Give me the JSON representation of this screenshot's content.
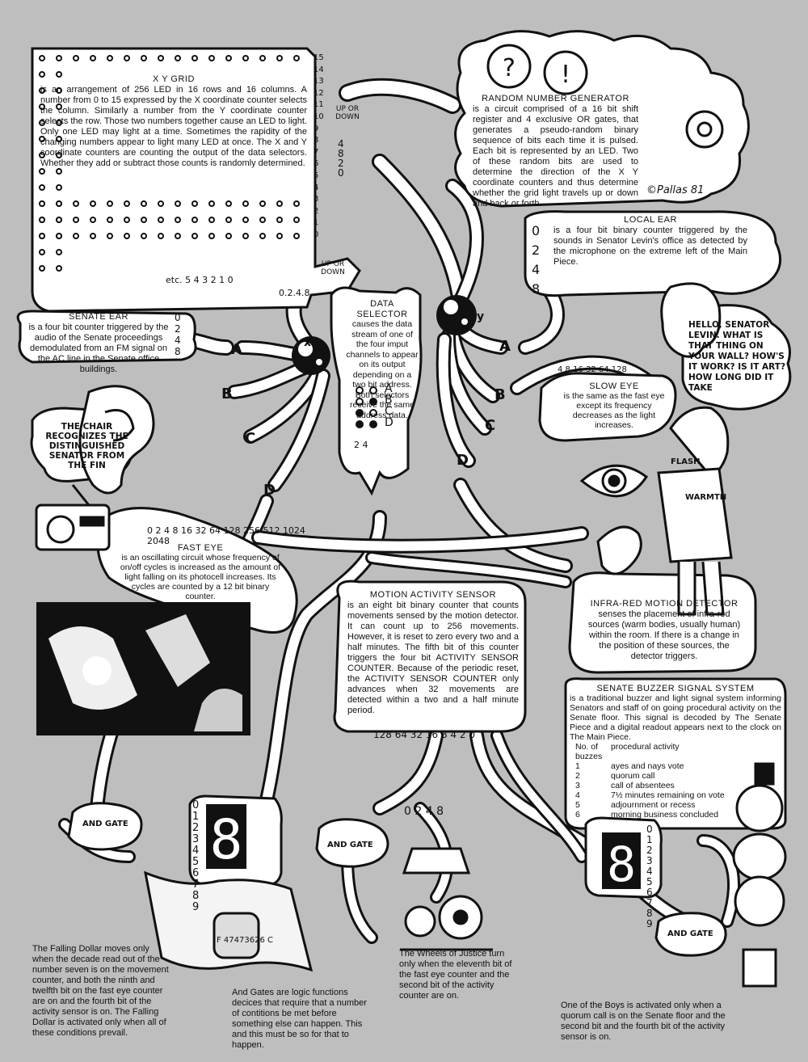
{
  "grid": {
    "title": "X Y GRID",
    "body": "is an arrangement of 256 LED in 16 rows and 16 columns. A number from 0 to 15 expressed by the X coordinate counter selects the column. Similarly a number from the Y coordinate counter selects the row. Those two numbers together cause an LED to light. Only one LED may light at a time. Sometimes the rapidity of the changing numbers appear to light many LED at once. The X and Y coordinate counters are counting the output of the data selectors. Whether they add or subtract those counts is randomly determined.",
    "row_numbers": [
      "15",
      "14",
      "13",
      "12",
      "11",
      "10",
      "9",
      "8",
      "7",
      "6",
      "5",
      "4",
      "3",
      "2",
      "1",
      "0"
    ],
    "col_numbers": "etc. 5 4 3 2 1 0",
    "up_down_top": "UP OR DOWN",
    "up_down_bottom": "UP OR DOWN",
    "bits_top": "4 8 2 0",
    "bits_bottom": "0.2.4.8."
  },
  "rng": {
    "title": "RANDOM NUMBER GENERATOR",
    "body": "is a circuit comprised of a 16 bit shift register and 4 exclusive OR gates, that generates a pseudo-random binary sequence of bits each time it is pulsed. Each bit is represented by an LED. Two of these random bits are used to determine the direction of the X Y coordinate counters and thus determine whether the grid light travels up or down and back or forth.",
    "signature": "©Pallas 81"
  },
  "local_ear": {
    "title": "LOCAL EAR",
    "body": "is a four bit binary counter triggered by the sounds in Senator Levin's office as detected by the microphone on the extreme left of the Main Piece.",
    "bits": [
      "0",
      "2",
      "4",
      "8"
    ]
  },
  "speech": "HELLO, SENATOR LEVIN. WHAT IS THAT THING ON YOUR WALL? HOW'S IT WORK? IS IT ART? HOW LONG DID IT TAKE",
  "senate_ear": {
    "title": "SENATE EAR",
    "body": "is a four bit counter triggered by the audio of the Senate proceedings demodulated from an FM signal on the AC line in the Senate office buildings.",
    "bits": [
      "0",
      "2",
      "4",
      "8"
    ]
  },
  "chair": "THE CHAIR RECOGNIZES THE DISTINGUISHED SENATOR FROM THE FIN",
  "data_selector": {
    "title": "DATA SELECTOR",
    "body": "causes the data stream of one of the four imput channels to appear on its output depending on a two bit address. Both selectors receive the same address data.",
    "letters": [
      "A",
      "B",
      "C",
      "D"
    ],
    "bits": "2 4",
    "x_label": "x",
    "y_label": "y"
  },
  "channel_letters": {
    "a": "A",
    "b": "B",
    "c": "C",
    "d": "D"
  },
  "slow_eye": {
    "title": "SLOW EYE",
    "body": "is the same as the fast eye except its frequency decreases as the light increases.",
    "bits": "4 8 16 32 64 128"
  },
  "flash_label": "FLASH",
  "warmth_label": "WARMTH",
  "fast_eye": {
    "title": "FAST EYE",
    "body": "is an oscillating circuit whose frequency of on/off cycles is increased as the amount of light falling on its photocell increases. Its cycles are counted by a 12 bit binary counter.",
    "bits": "0 2 4 8 16 32 64 128 256 512 1024 2048"
  },
  "motion": {
    "title": "MOTION ACTIVITY SENSOR",
    "body": "is an eight bit binary counter that counts movements sensed by the motion detector. It can count up to 256 movements. However, it is reset to zero every two and a half minutes. The fifth bit of this counter triggers the four bit ACTIVITY SENSOR COUNTER. Because of the periodic reset, the ACTIVITY SENSOR COUNTER only advances when 32 movements are detected within a two and a half minute period.",
    "bits": "128 64 32 16 8 4 2 0"
  },
  "infrared": {
    "title": "INFRA-RED MOTION DETECTOR",
    "body": "senses the placement of infra-red sources (warm bodies, usually human) within the room. If there is a change in the position of these sources, the detector triggers."
  },
  "buzzer": {
    "title": "SENATE BUZZER SIGNAL SYSTEM",
    "body": "is a traditional buzzer and light signal system informing Senators and staff of on going procedural activity on the Senate floor. This signal is decoded by The Senate Piece and a digital readout appears next to the clock on The Main Piece.",
    "header_a": "No. of buzzes",
    "header_b": "procedural activity",
    "rows": [
      {
        "n": "1",
        "activity": "ayes and nays vote"
      },
      {
        "n": "2",
        "activity": "quorum call"
      },
      {
        "n": "3",
        "activity": "call of absentees"
      },
      {
        "n": "4",
        "activity": "7½ minutes remaining on vote"
      },
      {
        "n": "5",
        "activity": "adjournment or recess"
      },
      {
        "n": "6",
        "activity": "morning business concluded"
      }
    ]
  },
  "and_gate_1": "AND GATE",
  "and_gate_2": "AND GATE",
  "and_gate_3": "AND GATE",
  "digits_left": [
    "0",
    "1",
    "2",
    "3",
    "4",
    "5",
    "6",
    "7",
    "8",
    "9"
  ],
  "digits_right": [
    "0",
    "1",
    "2",
    "3",
    "4",
    "5",
    "6",
    "7",
    "8",
    "9"
  ],
  "bits_wheels": "0 2 4 8",
  "captions": {
    "falling_dollar": "The Falling Dollar moves only when the decade read out of the number seven is on the movement counter, and both the ninth and twelfth bit on the fast eye counter are on and the fourth bit of the activity sensor is on. The Falling Dollar is activated only when all of these conditions prevail.",
    "and_gates": "And Gates are logic functions decices that require that a number of contitions be met before something else can happen. This and this must be so for that to happen.",
    "wheels": "The Wheels of Justice turn only when the eleventh bit of the fast eye counter and the second bit of the activity counter are on.",
    "boys": "One of the Boys is activated only when a quorum call is on the Senate floor and the second bit and the fourth bit of the activity sensor is on."
  },
  "dollar_serial": "F 47473626 C",
  "colors": {
    "background": "#bebebe",
    "ink": "#111111",
    "paper": "#ffffff"
  }
}
